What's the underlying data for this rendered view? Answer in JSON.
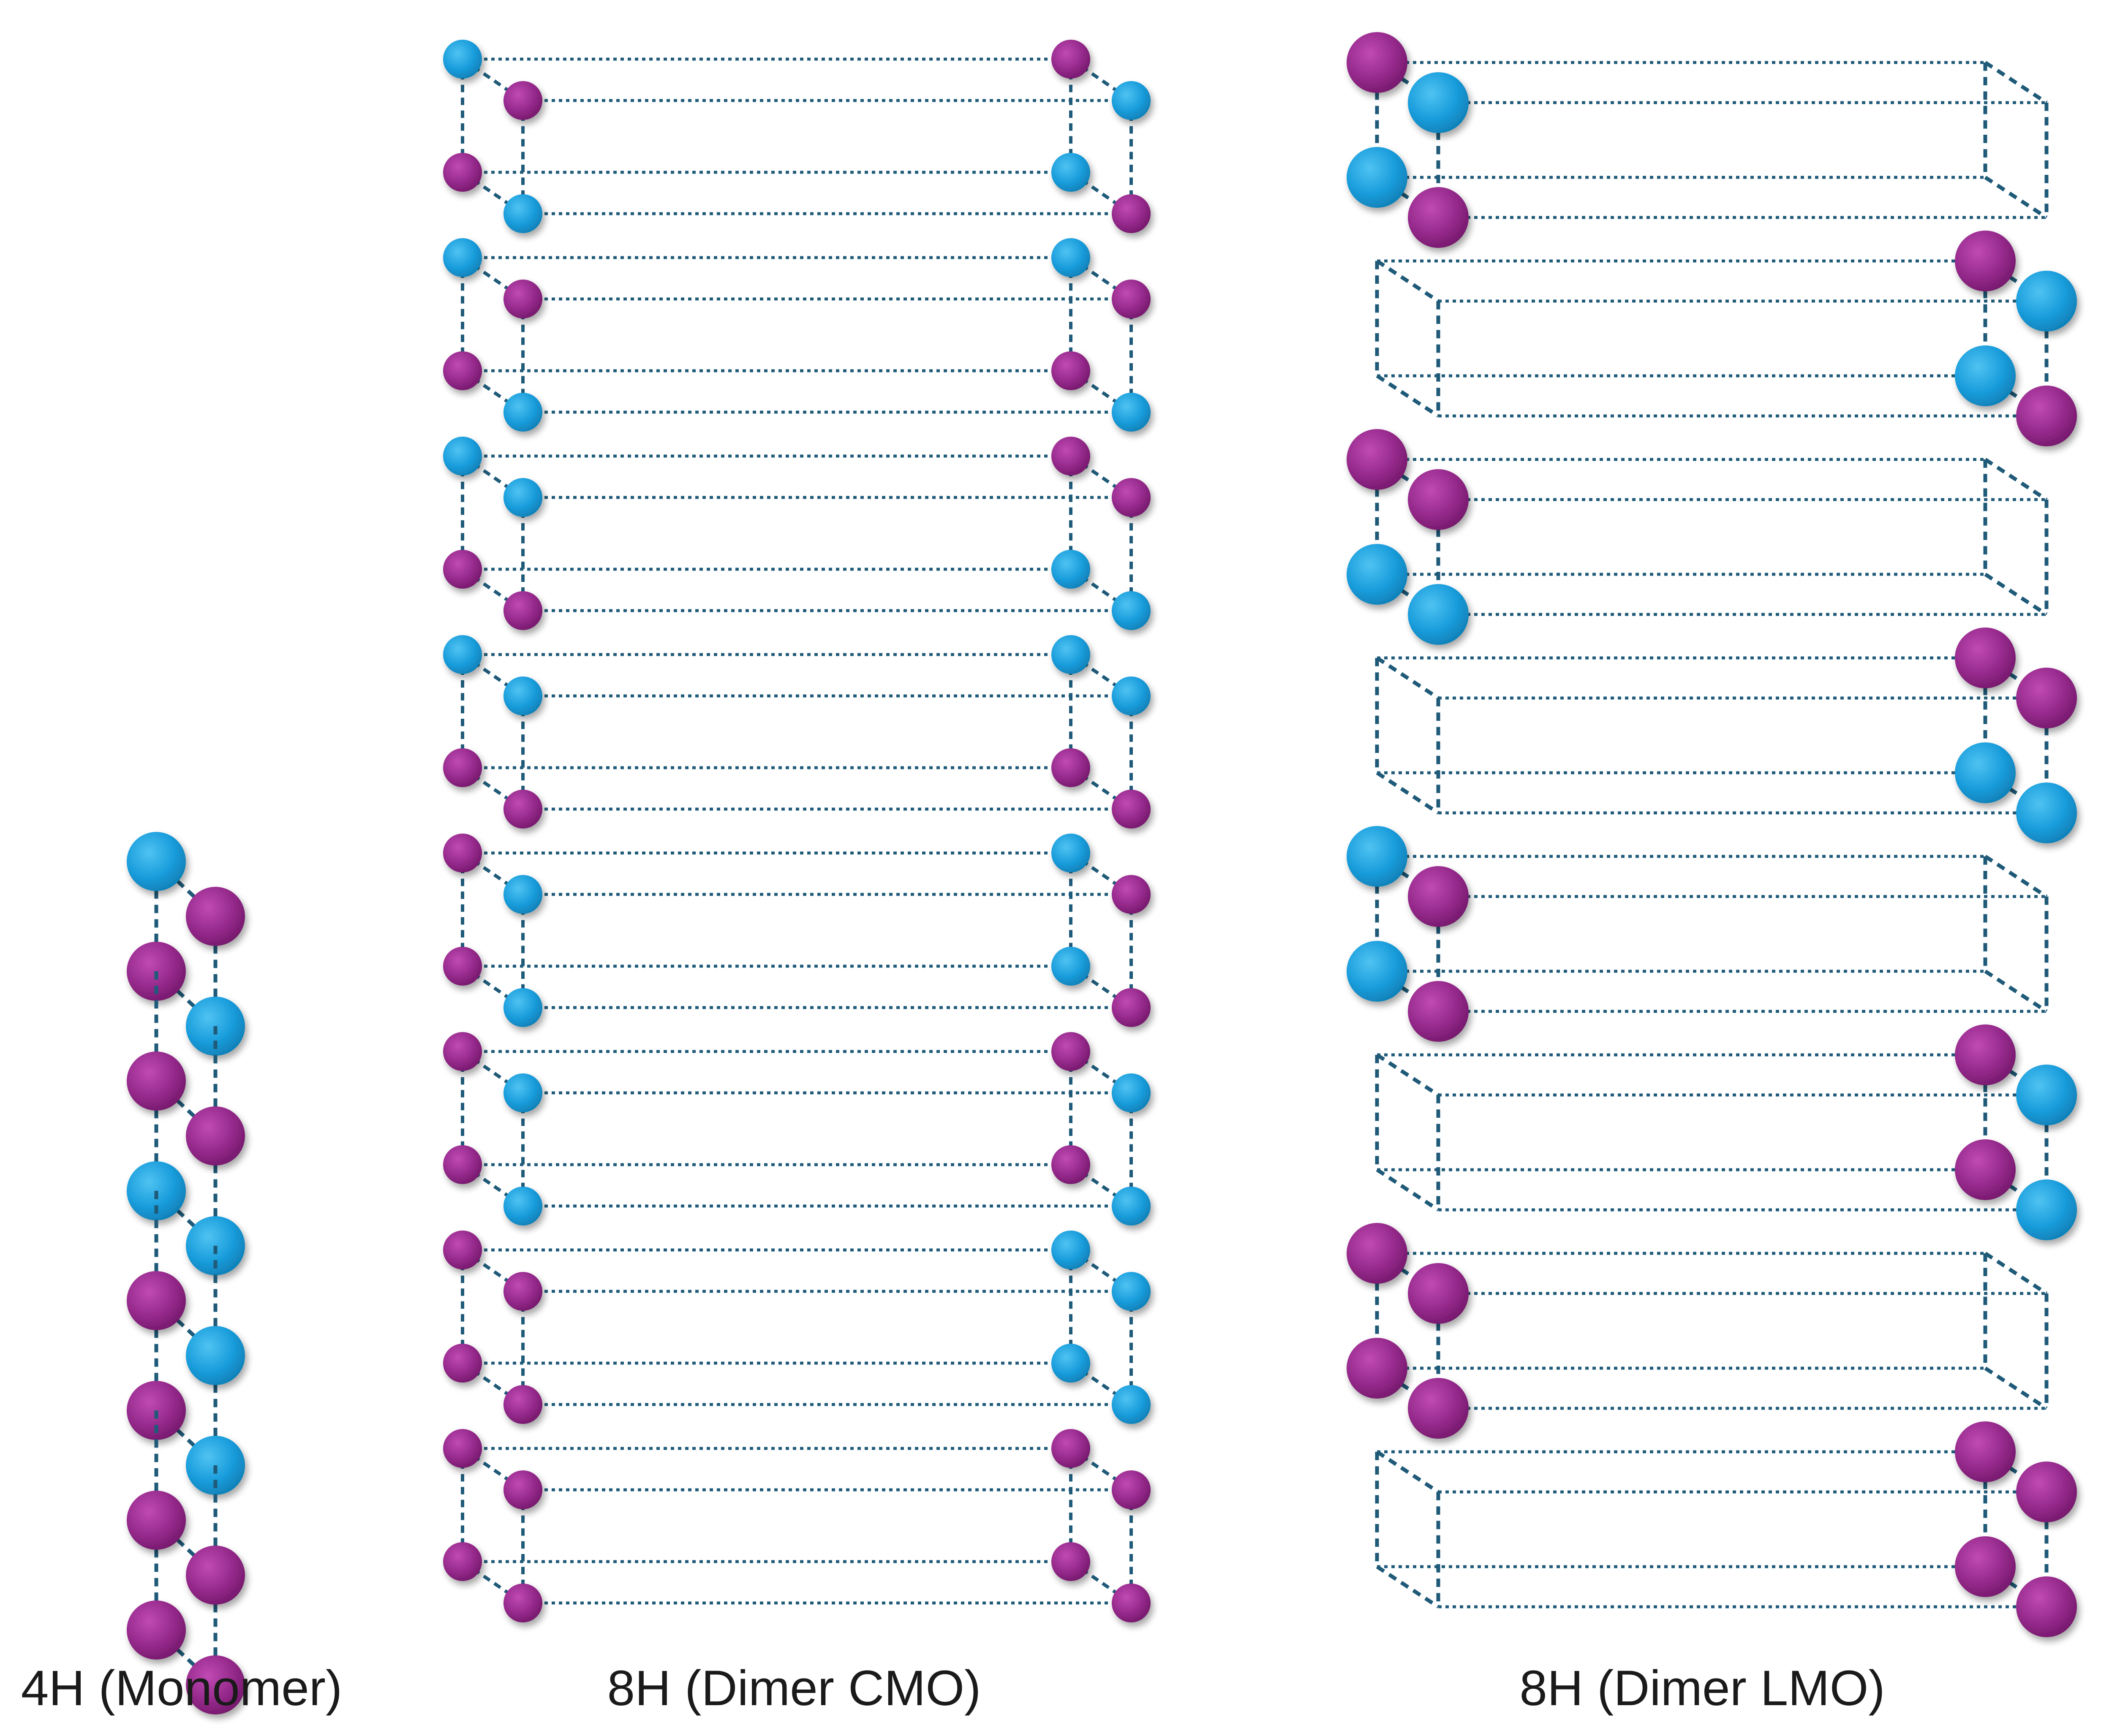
{
  "colors": {
    "blue": "#1a9ddc",
    "magenta": "#962a8c",
    "bond": "#1f5a78",
    "bg": "#ffffff"
  },
  "panels": [
    {
      "id": "monomer",
      "label": "4H (Monomer)",
      "stack_units": 8,
      "units": [
        [
          "blue",
          "magenta",
          "magenta",
          "blue"
        ],
        [
          "magenta",
          "magenta",
          "blue",
          "blue"
        ],
        [
          "magenta",
          "blue",
          "magenta",
          "blue"
        ],
        [
          "magenta",
          "magenta",
          "magenta",
          "magenta"
        ]
      ]
    },
    {
      "id": "dimer-cmo",
      "label": "8H (Dimer CMO)",
      "layers": [
        {
          "left": [
            "blue",
            "magenta",
            "magenta",
            "blue"
          ],
          "right": [
            "magenta",
            "blue",
            "blue",
            "magenta"
          ]
        },
        {
          "left": [
            "blue",
            "magenta",
            "magenta",
            "blue"
          ],
          "right": [
            "blue",
            "magenta",
            "magenta",
            "blue"
          ]
        },
        {
          "left": [
            "blue",
            "blue",
            "magenta",
            "magenta"
          ],
          "right": [
            "magenta",
            "magenta",
            "blue",
            "blue"
          ]
        },
        {
          "left": [
            "blue",
            "blue",
            "magenta",
            "magenta"
          ],
          "right": [
            "blue",
            "blue",
            "magenta",
            "magenta"
          ]
        },
        {
          "left": [
            "magenta",
            "blue",
            "magenta",
            "blue"
          ],
          "right": [
            "blue",
            "magenta",
            "blue",
            "magenta"
          ]
        },
        {
          "left": [
            "magenta",
            "blue",
            "magenta",
            "blue"
          ],
          "right": [
            "magenta",
            "blue",
            "magenta",
            "blue"
          ]
        },
        {
          "left": [
            "magenta",
            "magenta",
            "magenta",
            "magenta"
          ],
          "right": [
            "blue",
            "blue",
            "blue",
            "blue"
          ]
        },
        {
          "left": [
            "magenta",
            "magenta",
            "magenta",
            "magenta"
          ],
          "right": [
            "magenta",
            "magenta",
            "magenta",
            "magenta"
          ]
        }
      ]
    },
    {
      "id": "dimer-lmo",
      "label": "8H (Dimer LMO)",
      "layers": [
        {
          "side": "left",
          "atoms": [
            "magenta",
            "blue",
            "blue",
            "magenta"
          ]
        },
        {
          "side": "right",
          "atoms": [
            "magenta",
            "blue",
            "blue",
            "magenta"
          ]
        },
        {
          "side": "left",
          "atoms": [
            "magenta",
            "magenta",
            "blue",
            "blue"
          ]
        },
        {
          "side": "right",
          "atoms": [
            "magenta",
            "magenta",
            "blue",
            "blue"
          ]
        },
        {
          "side": "left",
          "atoms": [
            "blue",
            "magenta",
            "blue",
            "magenta"
          ]
        },
        {
          "side": "right",
          "atoms": [
            "magenta",
            "blue",
            "magenta",
            "blue"
          ]
        },
        {
          "side": "left",
          "atoms": [
            "magenta",
            "magenta",
            "magenta",
            "magenta"
          ]
        },
        {
          "side": "right",
          "atoms": [
            "magenta",
            "magenta",
            "magenta",
            "magenta"
          ]
        }
      ]
    }
  ]
}
